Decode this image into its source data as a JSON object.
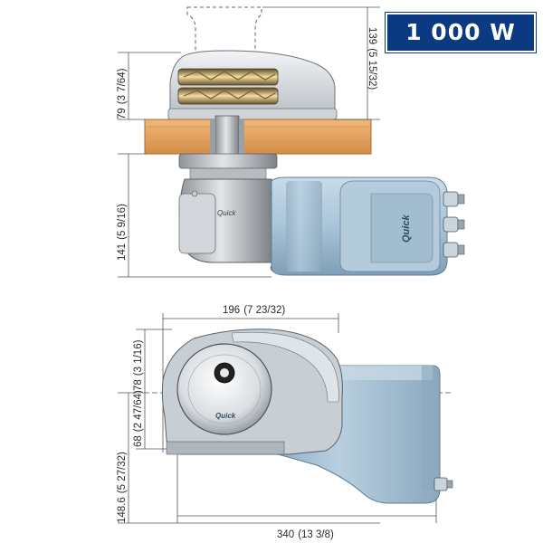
{
  "badge": {
    "label": "1 000 W"
  },
  "brand": {
    "logo_text": "Quick"
  },
  "dimensions": {
    "top_height": {
      "main": "139",
      "sub": "(5 15/32)"
    },
    "above_deck": {
      "main": "79",
      "sub": "(3 7/64)"
    },
    "below_deck": {
      "main": "141",
      "sub": "(5 9/16)"
    },
    "width_top": {
      "main": "196",
      "sub": "(7 23/32)"
    },
    "upper_offset": {
      "main": "78",
      "sub": "(3 1/16)"
    },
    "lower_offset": {
      "main": "68",
      "sub": "(2 47/64)"
    },
    "total_height": {
      "main": "148.6",
      "sub": "(5 27/32)"
    },
    "total_length": {
      "main": "340",
      "sub": "(13 3/8)"
    }
  },
  "colors": {
    "badge": "#0b3a82",
    "housing": "#a9c4d8",
    "deck": "#e3a15f",
    "dimension_lines": "#555555"
  }
}
